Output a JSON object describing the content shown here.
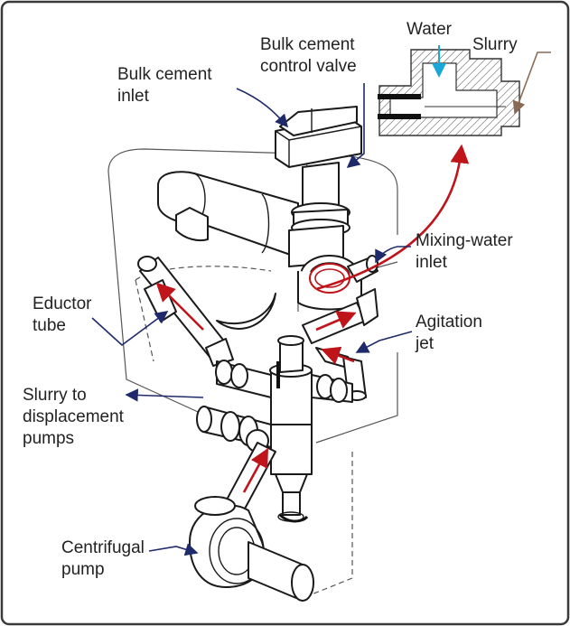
{
  "labels": {
    "bulk_cement_inlet": [
      "Bulk cement",
      "inlet"
    ],
    "bulk_cement_control_valve": [
      "Bulk cement",
      "control valve"
    ],
    "water": "Water",
    "slurry": "Slurry",
    "mixing_water_inlet": [
      "Mixing-water",
      "inlet"
    ],
    "eductor_tube": [
      "Eductor",
      "tube"
    ],
    "agitation_jet": [
      "Agitation",
      "jet"
    ],
    "slurry_to_displacement_pumps": [
      "Slurry to",
      "displacement",
      "pumps"
    ],
    "centrifugal_pump": [
      "Centrifugal",
      "pump"
    ]
  },
  "colors": {
    "flow_arrows": "#c0141b",
    "leader_lines": "#1f2a6b",
    "water_arrow": "#1aa6d6",
    "slurry_leader": "#8a6a55",
    "frame": "#3a3a3a"
  }
}
